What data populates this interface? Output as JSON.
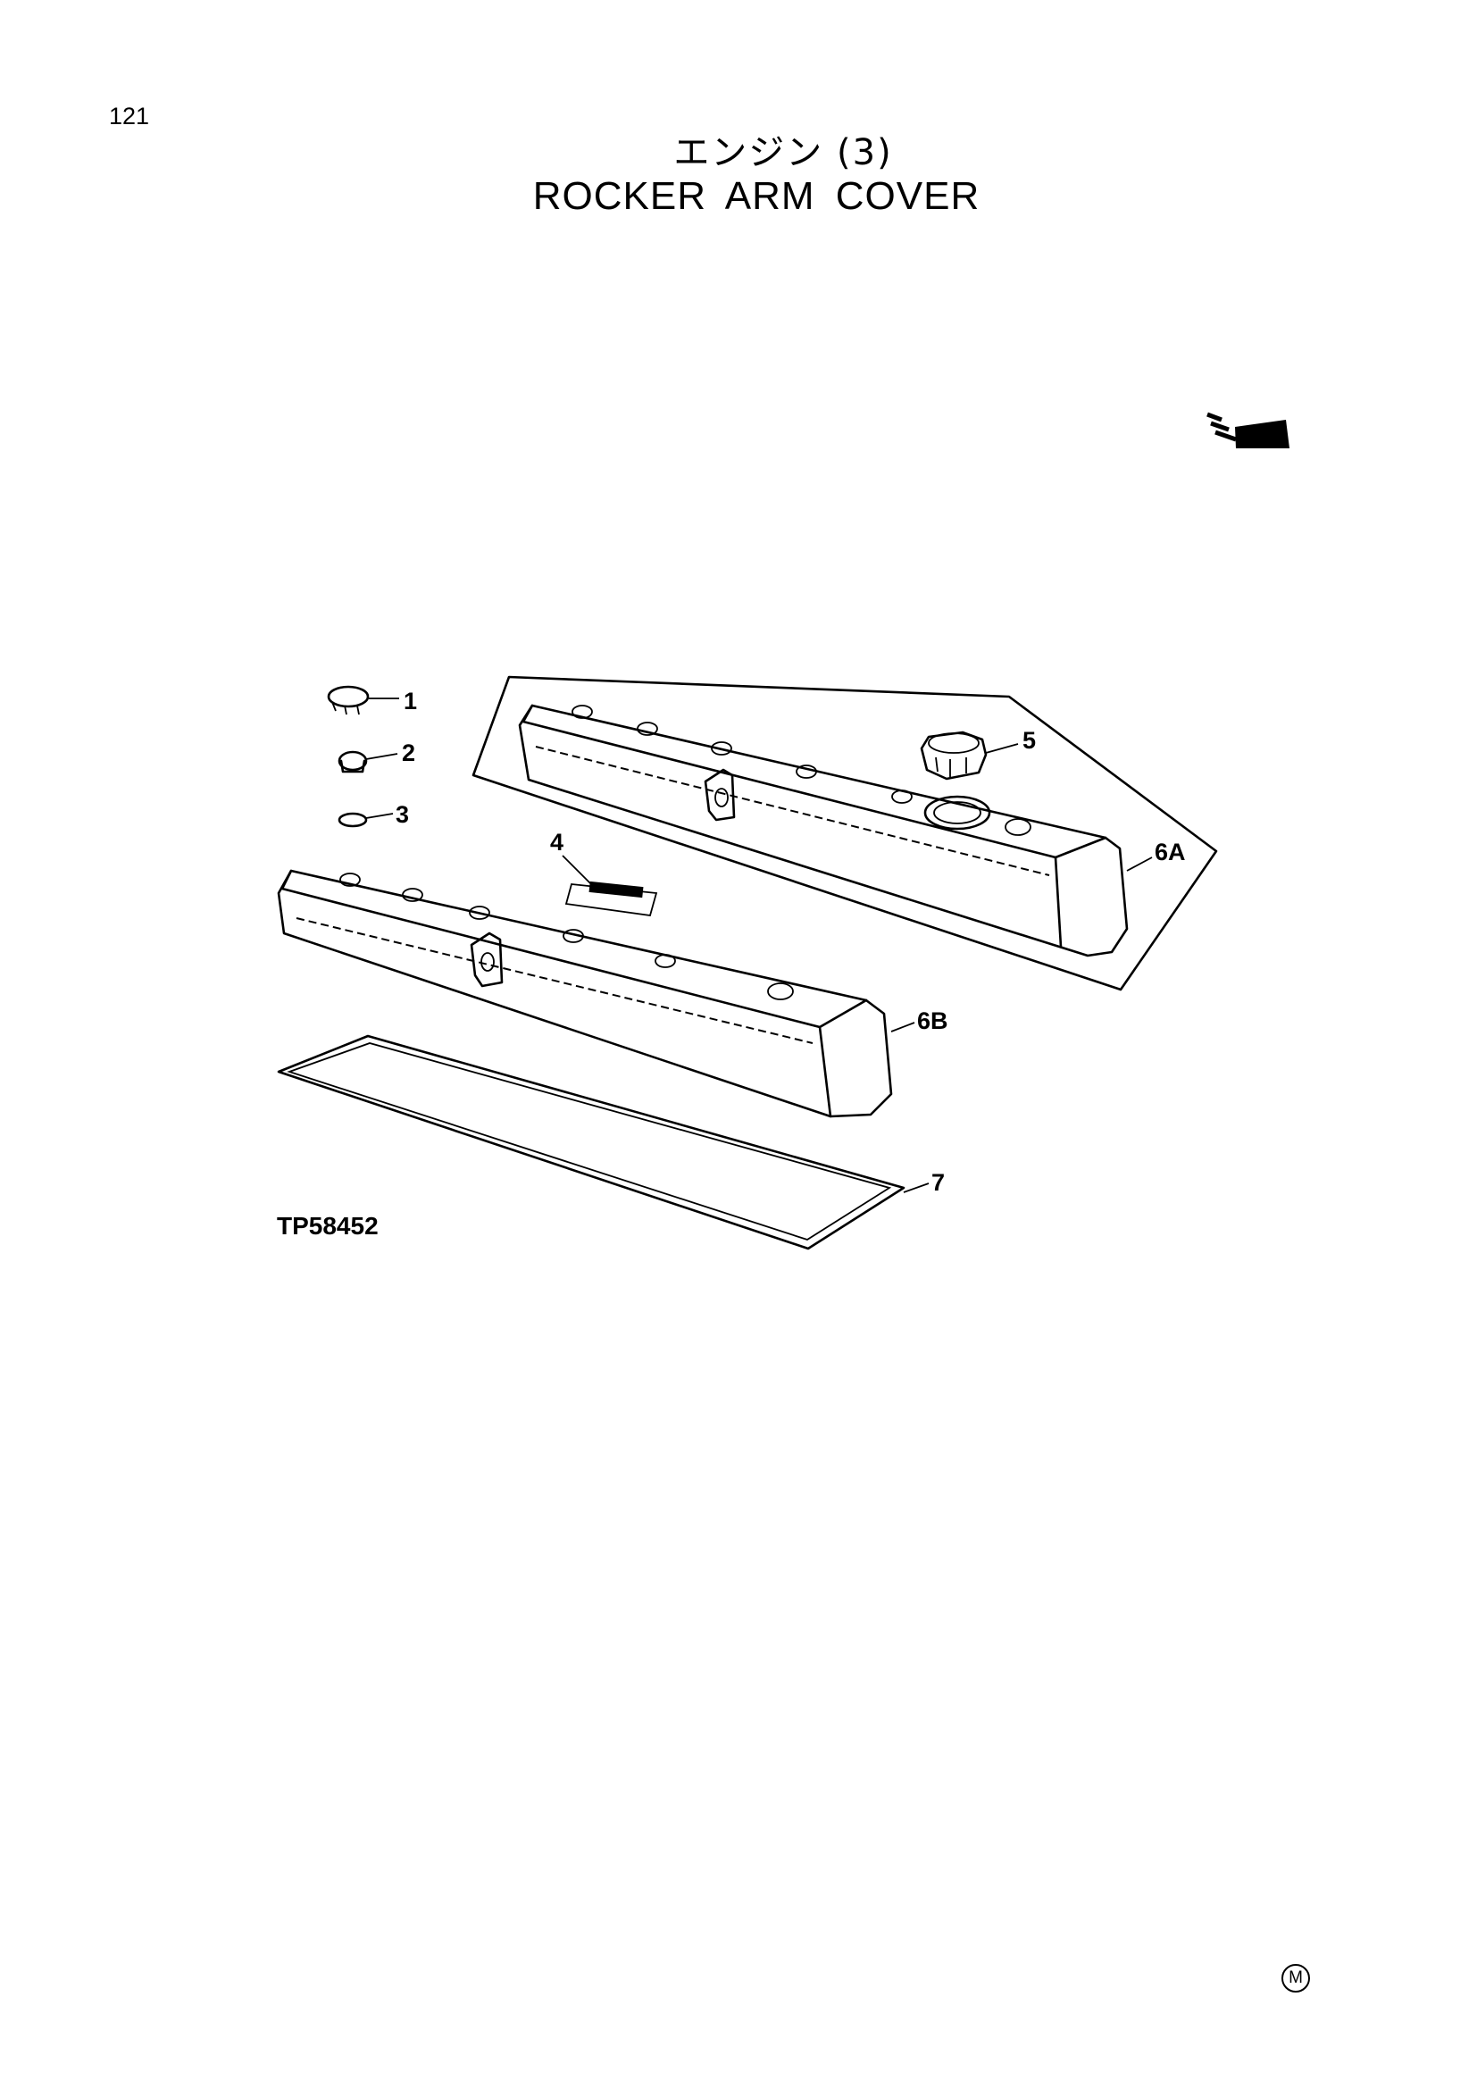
{
  "page_number": "121",
  "title_jp": "エンジン (3)",
  "title_en": "ROCKER ARM COVER",
  "figure_code": "TP58452",
  "callouts": {
    "p1": "1",
    "p2": "2",
    "p3": "3",
    "p4": "4",
    "p5": "5",
    "p6a": "6A",
    "p6b": "6B",
    "p7": "7"
  },
  "corner_mark": "M",
  "icons": [
    "front-direction-arrow-icon"
  ]
}
